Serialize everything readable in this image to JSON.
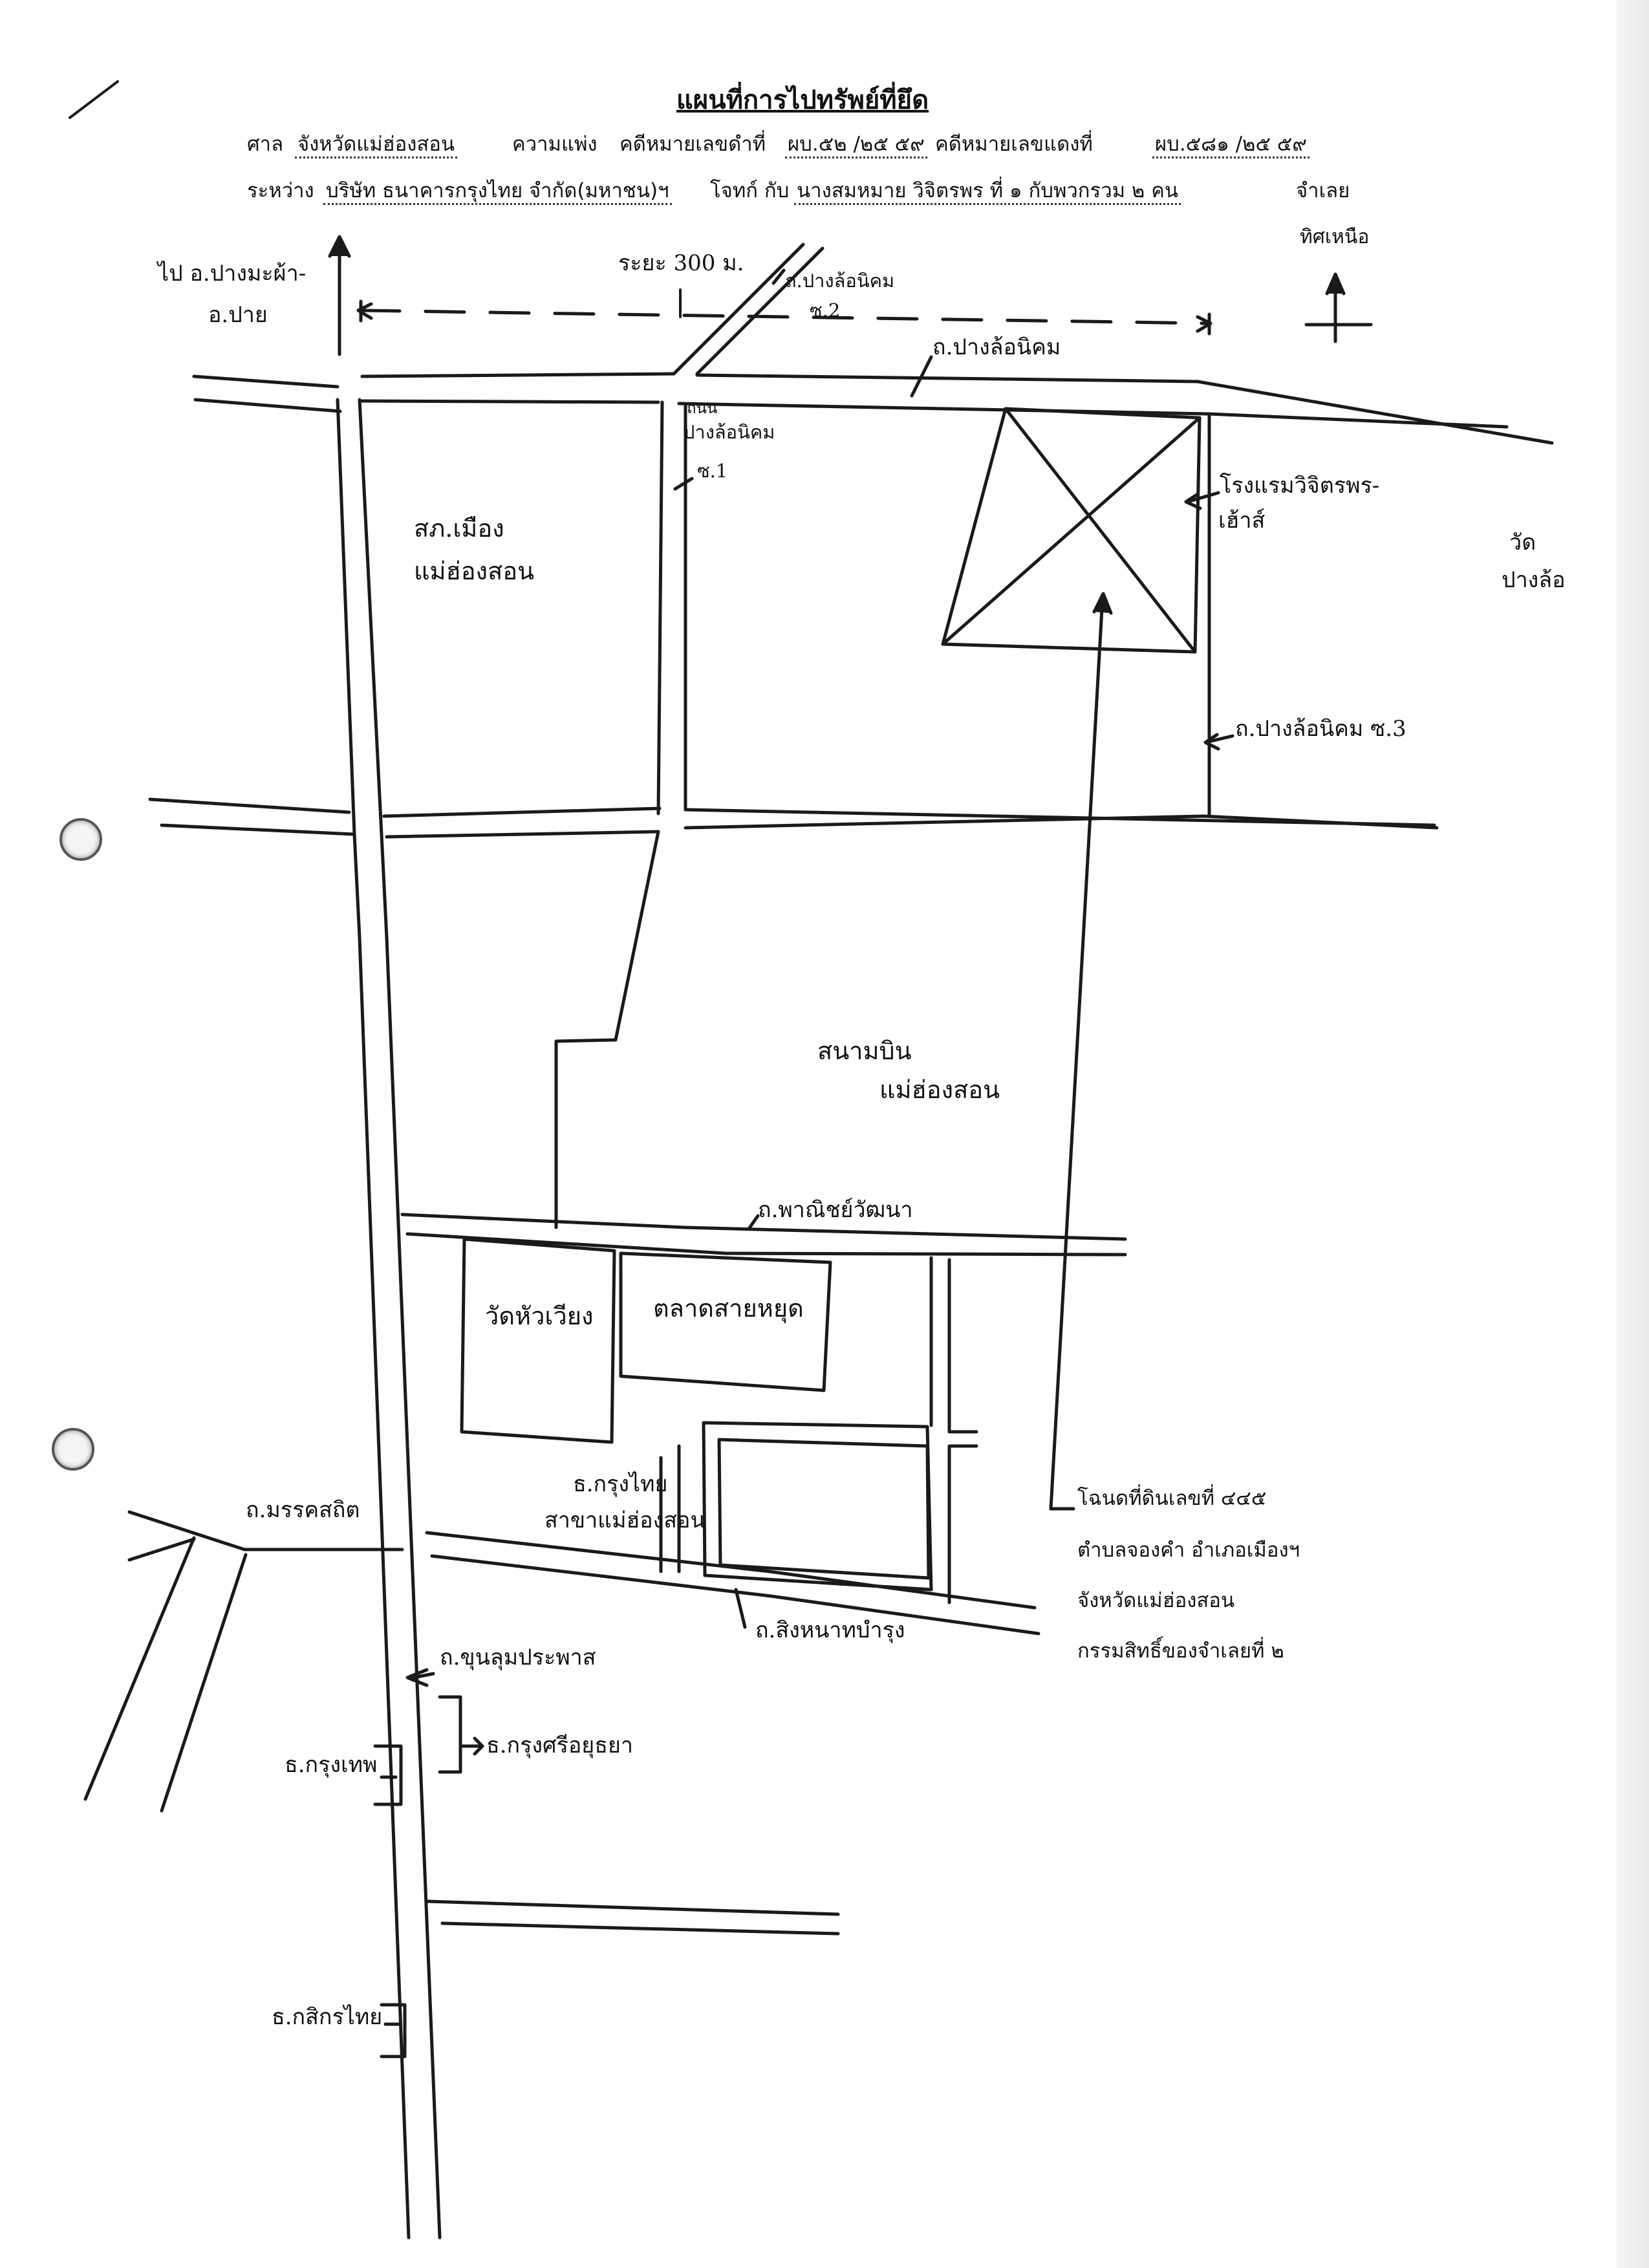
{
  "header": {
    "title": "แผนที่การไปทรัพย์ที่ยึด",
    "court_label": "ศาล",
    "court_value": "จังหวัดแม่ฮ่องสอน",
    "case_type": "ความแพ่ง",
    "black_case_label": "คดีหมายเลขดำที่",
    "black_case_value": "ผบ.๕๒ /๒๕ ๕๙",
    "red_case_label": "คดีหมายเลขแดงที่",
    "red_case_value": "ผบ.๕๘๑ /๒๕ ๕๙",
    "between_label": "ระหว่าง",
    "plaintiff_value": "บริษัท ธนาคารกรุงไทย จำกัด(มหาชน)ฯ",
    "plaintiff_label": "โจทก์ กับ",
    "defendant_value": "นางสมหมาย วิจิตรพร ที่ ๑ กับพวกรวม ๒ คน",
    "defendant_label": "จำเลย"
  },
  "compass": {
    "label": "ทิศเหนือ"
  },
  "labels": {
    "to_district": "ไป อ.ปางมะผ้า-",
    "to_district_2": "อ.ปาย",
    "distance": "ระยะ 300 ม.",
    "alley_2_a": "ถ.ปางล้อนิคม",
    "alley_2_b": "ซ.2",
    "road_pangloh": "ถ.ปางล้อนิคม",
    "alley_1_a": "ถนน",
    "alley_1_b": "ปางล้อนิคม",
    "alley_1_c": "ซ.1",
    "police_1": "สภ.เมือง",
    "police_2": "แม่ฮ่องสอน",
    "hotel_1": "โรงแรมวิจิตรพร-",
    "hotel_2": "เฮ้าส์",
    "temple_1": "วัด",
    "temple_2": "ปางล้อ",
    "alley_3": "ถ.ปางล้อนิคม ซ.3",
    "airport_1": "สนามบิน",
    "airport_2": "แม่ฮ่องสอน",
    "road_panich": "ถ.พาณิชย์วัฒนา",
    "wat_huawiang": "วัดหัวเวียง",
    "market": "ตลาดสายหยุด",
    "ktb_1": "ธ.กรุงไทย",
    "ktb_2": "สาขาแม่ฮ่องสอน",
    "road_markkhasathit": "ถ.มรรคสถิต",
    "road_singhanat": "ถ.สิงหนาทบำรุง",
    "road_khunlum": "ถ.ขุนลุมประพาส",
    "bank_krungsri": "ธ.กรุงศรีอยุธยา",
    "bank_krungthep": "ธ.กรุงเทพ",
    "bank_kasikorn": "ธ.กสิกรไทย"
  },
  "deed_note": {
    "line1": "โฉนดที่ดินเลขที่ ๔๔๕",
    "line2": "ตำบลจองคำ   อำเภอเมืองฯ",
    "line3": "จังหวัดแม่ฮ่องสอน",
    "line4": "กรรมสิทธิ์ของจำเลยที่ ๒"
  }
}
